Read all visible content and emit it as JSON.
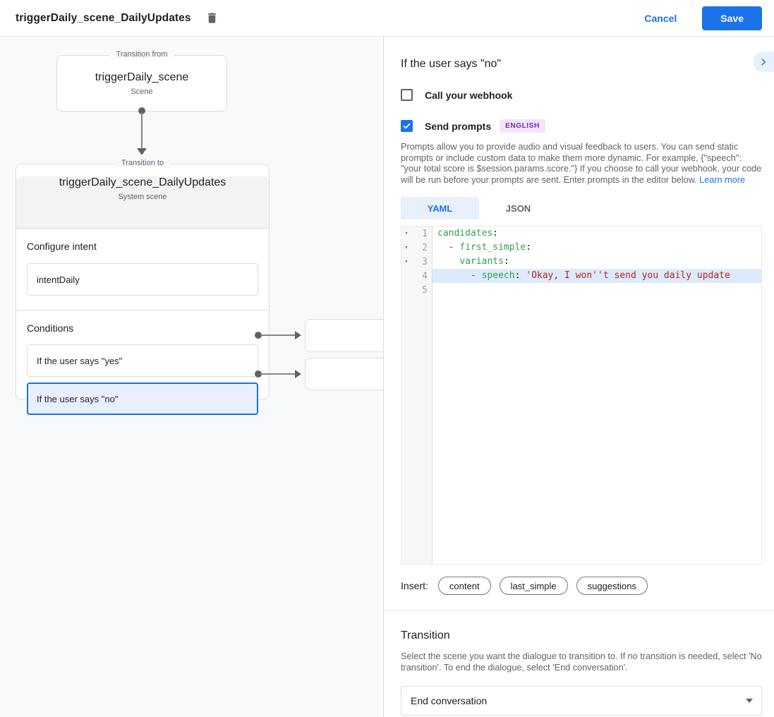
{
  "colors": {
    "accent_blue": "#1a73e8",
    "selected_condition_bg": "#e8f0fe",
    "badge_bg": "#f0e5fc",
    "badge_text": "#7627c7",
    "yaml_key_green": "#34a04a",
    "yaml_string_red": "#b3261e",
    "active_line_bg": "#ddeafb",
    "canvas_bg": "#f8f9fa"
  },
  "header": {
    "title": "triggerDaily_scene_DailyUpdates",
    "cancel_label": "Cancel",
    "save_label": "Save"
  },
  "canvas": {
    "from_node": {
      "legend": "Transition from",
      "title": "triggerDaily_scene",
      "subtitle": "Scene"
    },
    "to_node": {
      "legend": "Transition to",
      "title": "triggerDaily_scene_DailyUpdates",
      "subtitle": "System scene",
      "intent_section": {
        "label": "Configure intent",
        "value": "intentDaily"
      },
      "conditions_section": {
        "label": "Conditions",
        "items": [
          {
            "label": "If the user says \"yes\"",
            "selected": false
          },
          {
            "label": "If the user says \"no\"",
            "selected": true
          }
        ]
      }
    }
  },
  "panel": {
    "title": "If the user says \"no\"",
    "webhook": {
      "label": "Call your webhook",
      "checked": false
    },
    "send_prompts": {
      "label": "Send prompts",
      "badge": "ENGLISH",
      "checked": true
    },
    "description": "Prompts allow you to provide audio and visual feedback to users. You can send static prompts or include custom data to make them more dynamic. For example, {\"speech\": \"your total score is $session.params.score.\"} If you choose to call your webhook, your code will be run before your prompts are sent. Enter prompts in the editor below. ",
    "learn_more": "Learn more",
    "tabs": [
      {
        "label": "YAML",
        "active": true
      },
      {
        "label": "JSON",
        "active": false
      }
    ],
    "editor": {
      "lines": [
        {
          "n": "1",
          "fold": true,
          "active": false,
          "tokens": [
            {
              "t": "candidates",
              "c": "key"
            },
            {
              "t": ":",
              "c": "plain"
            }
          ]
        },
        {
          "n": "2",
          "fold": true,
          "active": false,
          "tokens": [
            {
              "t": "  - ",
              "c": "meta"
            },
            {
              "t": "first_simple",
              "c": "key"
            },
            {
              "t": ":",
              "c": "plain"
            }
          ]
        },
        {
          "n": "3",
          "fold": true,
          "active": false,
          "tokens": [
            {
              "t": "    ",
              "c": "plain"
            },
            {
              "t": "variants",
              "c": "key"
            },
            {
              "t": ":",
              "c": "plain"
            }
          ]
        },
        {
          "n": "4",
          "fold": false,
          "active": true,
          "tokens": [
            {
              "t": "      - ",
              "c": "meta"
            },
            {
              "t": "speech",
              "c": "key"
            },
            {
              "t": ": ",
              "c": "plain"
            },
            {
              "t": "'Okay, I won''t send you daily update",
              "c": "string"
            }
          ]
        },
        {
          "n": "5",
          "fold": false,
          "active": false,
          "tokens": []
        }
      ]
    },
    "insert": {
      "label": "Insert:",
      "chips": [
        "content",
        "last_simple",
        "suggestions"
      ]
    },
    "transition": {
      "title": "Transition",
      "description": "Select the scene you want the dialogue to transition to. If no transition is needed, select 'No transition'. To end the dialogue, select 'End conversation'.",
      "value": "End conversation"
    }
  }
}
